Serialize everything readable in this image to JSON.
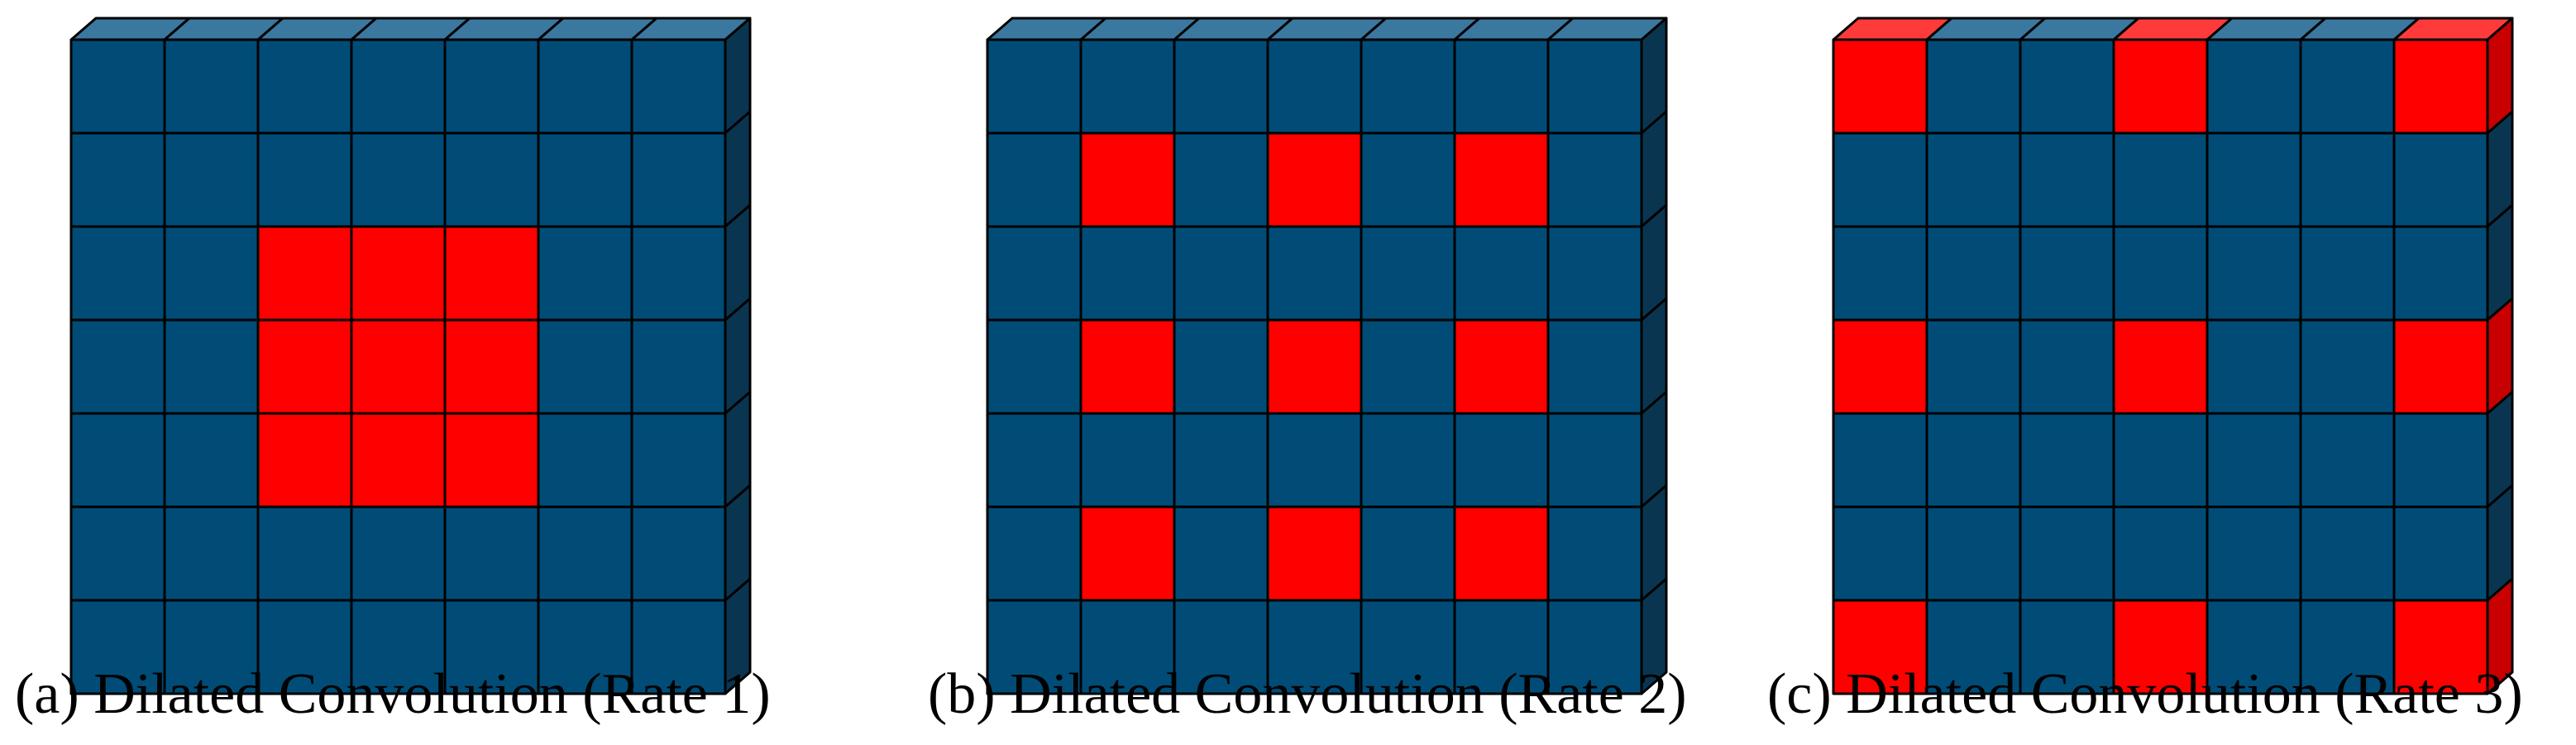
{
  "colors": {
    "cell_front": "#004C77",
    "cell_top": "#3A78A0",
    "cell_side": "#0A3550",
    "highlight_front": "#FF0000",
    "highlight_top": "#FF3A3A",
    "highlight_side": "#C80000",
    "outline": "#000000"
  },
  "panels": [
    {
      "caption": "(a) Dilated Convolution (Rate 1)",
      "grid_size": 7,
      "highlighted_cells": [
        [
          2,
          2
        ],
        [
          2,
          3
        ],
        [
          2,
          4
        ],
        [
          3,
          2
        ],
        [
          3,
          3
        ],
        [
          3,
          4
        ],
        [
          4,
          2
        ],
        [
          4,
          3
        ],
        [
          4,
          4
        ]
      ]
    },
    {
      "caption": "(b) Dilated Convolution (Rate 2)",
      "grid_size": 7,
      "highlighted_cells": [
        [
          1,
          1
        ],
        [
          1,
          3
        ],
        [
          1,
          5
        ],
        [
          3,
          1
        ],
        [
          3,
          3
        ],
        [
          3,
          5
        ],
        [
          5,
          1
        ],
        [
          5,
          3
        ],
        [
          5,
          5
        ]
      ]
    },
    {
      "caption": "(c) Dilated Convolution (Rate 3)",
      "grid_size": 7,
      "highlighted_cells": [
        [
          0,
          0
        ],
        [
          0,
          3
        ],
        [
          0,
          6
        ],
        [
          3,
          0
        ],
        [
          3,
          3
        ],
        [
          3,
          6
        ],
        [
          6,
          0
        ],
        [
          6,
          3
        ],
        [
          6,
          6
        ]
      ]
    }
  ]
}
